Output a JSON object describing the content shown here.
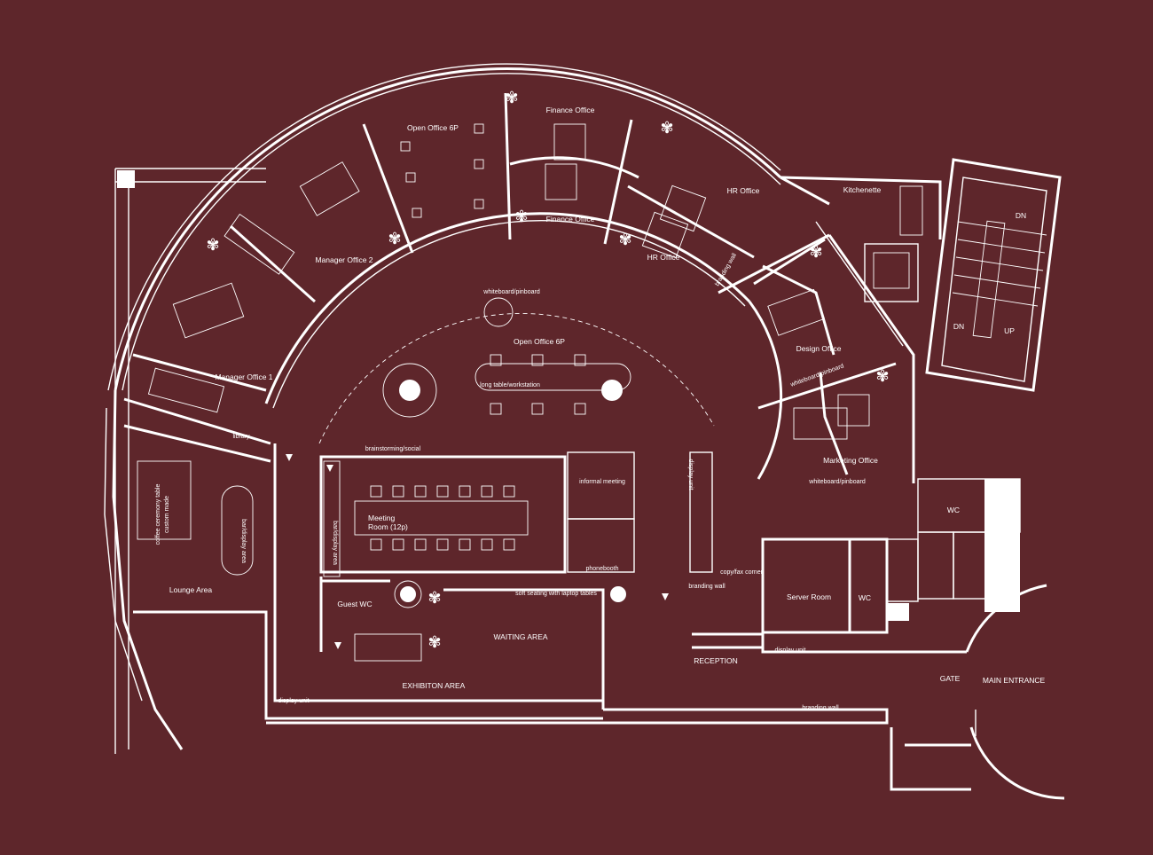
{
  "colors": {
    "background": "#5e262b",
    "lines": "#ffffff"
  },
  "labels": {
    "open_office_top": "Open Office 6P",
    "finance_office_1": "Finance Office",
    "finance_office_2": "Finance Office",
    "hr_office_1": "HR Office",
    "hr_office_2": "HR Office",
    "kitchenette": "Kitchenette",
    "manager_office_2": "Manager Office 2",
    "manager_office_1": "Manager Office 1",
    "branding_wall_diag": "branding wall",
    "whiteboard_top": "whiteboard/pinboard",
    "open_office_center": "Open Office 6P",
    "long_table": "long table/workstation",
    "design_office": "Design Office",
    "whiteboard_mid": "whiteboard/pinboard",
    "marketing_office": "Marketing Office",
    "whiteboard_bottom": "whiteboard/pinboard",
    "library": "library",
    "brainstorming": "brainstorming/social",
    "coffee_table_1": "coffee ceremony table",
    "coffee_table_2": "custom made",
    "bar_display_1": "bar/display area",
    "bar_display_2": "bar/display area",
    "lounge_area": "Lounge Area",
    "meeting_room_1": "Meeting",
    "meeting_room_2": "Room (12p)",
    "informal_meeting": "informal meeting",
    "phonebooth": "phonebooth",
    "display_unit_vertical": "display unit",
    "copy_fax": "copy/fax corner",
    "branding_wall_mid": "branding wall",
    "server_room": "Server Room",
    "wc_1": "WC",
    "wc_2": "WC",
    "guest_wc": "Guest WC",
    "soft_seating": "soft seating with laptop tables",
    "waiting_area": "WAITING AREA",
    "reception": "RECEPTION",
    "display_unit_reception": "display unit",
    "exhibition_area": "EXHIBITON AREA",
    "display_unit_bottom": "display unit",
    "branding_wall_bottom": "branding wall",
    "gate": "GATE",
    "main_entrance": "MAIN ENTRANCE",
    "stair_dn_1": "DN",
    "stair_dn_2": "DN",
    "stair_up": "UP"
  }
}
